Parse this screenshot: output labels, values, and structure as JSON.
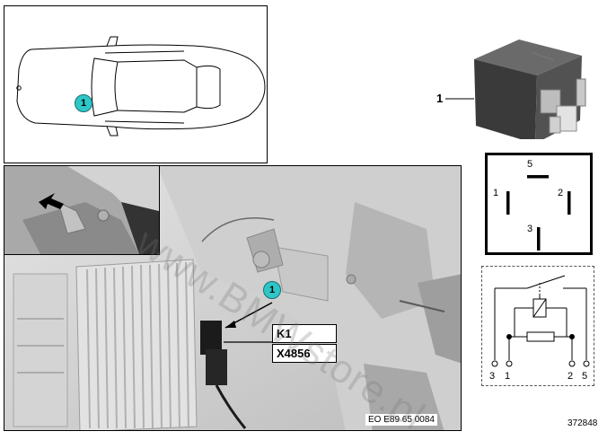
{
  "locator": {
    "callout": "1"
  },
  "photo": {
    "callout": "1",
    "labels": [
      "K1",
      "X4856"
    ],
    "code": "EO E89 65 0084"
  },
  "part": {
    "number": "1"
  },
  "pin_diagram": {
    "pins": [
      "5",
      "1",
      "2",
      "3"
    ]
  },
  "schematic": {
    "terminals": [
      "3",
      "1",
      "2",
      "5"
    ]
  },
  "watermark": "www.BMWstore.pl",
  "image_number": "372848"
}
